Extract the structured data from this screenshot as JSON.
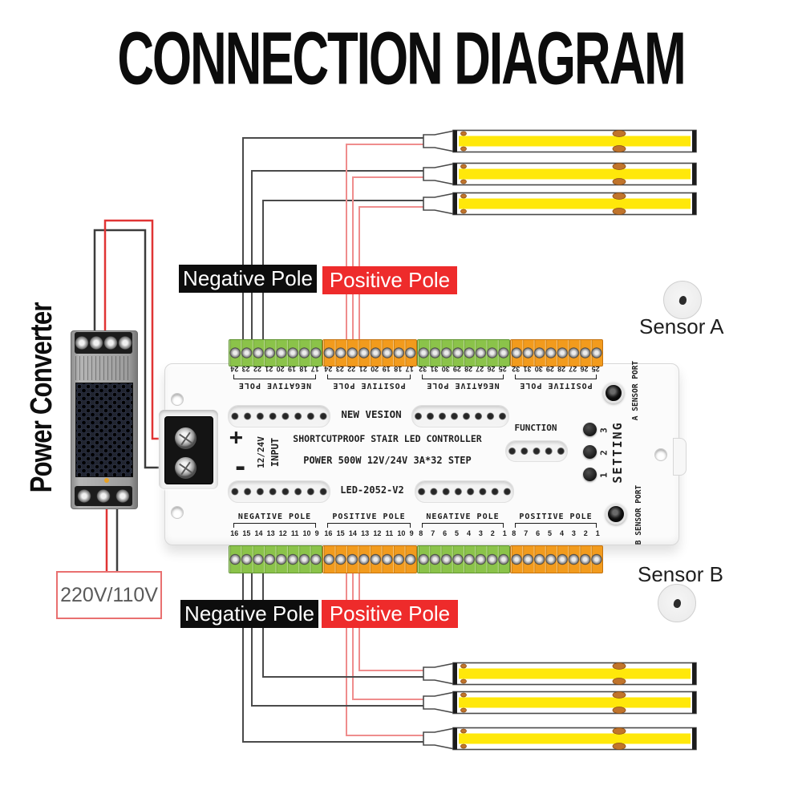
{
  "title": "CONNECTION DIAGRAM",
  "power_converter": {
    "label": "Power Converter",
    "input_voltage_box": "220V/110V"
  },
  "pole_labels": {
    "negative": "Negative Pole",
    "positive": "Positive Pole"
  },
  "controller": {
    "new_version": "NEW VESION",
    "name": "SHORTCUTPROOF STAIR LED CONTROLLER",
    "power_spec": "POWER 500W 12V/24V 3A*32 STEP",
    "model": "LED-2052-V2",
    "plus": "+",
    "minus": "-",
    "input_label": "INPUT",
    "input_voltage": "12/24V",
    "function_label": "FUNCTION",
    "setting_label": "SETTING",
    "setting_buttons": [
      "1",
      "2",
      "3"
    ],
    "sensor_port_a": "A SENSOR PORT",
    "sensor_port_b": "B SENSOR PORT",
    "top_terminals": [
      {
        "type": "negative",
        "label": "NEGATIVE POLE",
        "numbers": "17 18 19 20 21 22 23 24"
      },
      {
        "type": "positive",
        "label": "POSITIVE POLE",
        "numbers": "17 18 19 20 21 22 23 24"
      },
      {
        "type": "negative",
        "label": "NEGATIVE POLE",
        "numbers": "25 26 27 28 29 30 31 32"
      },
      {
        "type": "positive",
        "label": "POSITIVE POLE",
        "numbers": "25 26 27 28 29 30 31 32"
      }
    ],
    "bottom_terminals": [
      {
        "type": "negative",
        "label": "NEGATIVE POLE",
        "numbers": "16 15 14 13 12 11 10 9"
      },
      {
        "type": "positive",
        "label": "POSITIVE POLE",
        "numbers": "16 15 14 13 12 11 10 9"
      },
      {
        "type": "negative",
        "label": "NEGATIVE POLE",
        "numbers": "8 7 6 5 4 3 2 1"
      },
      {
        "type": "positive",
        "label": "POSITIVE POLE",
        "numbers": "8 7 6 5 4 3 2 1"
      }
    ]
  },
  "sensors": {
    "a": "Sensor A",
    "b": "Sensor B"
  },
  "colors": {
    "terminal-green": "#8bc34a",
    "terminal-green-dark": "#5f9331",
    "terminal-orange": "#f29b1d",
    "terminal-orange-dark": "#c47310",
    "label-black": "#0d0d0d",
    "label-red": "#ee2b2b",
    "strip-yellow": "#ffe80a",
    "copper-pad": "#c0742c",
    "wire-red": "#e03434",
    "wire-red-light": "#ef8d8d",
    "wire-black": "#3f3f3f",
    "box-red": "#e97070"
  }
}
